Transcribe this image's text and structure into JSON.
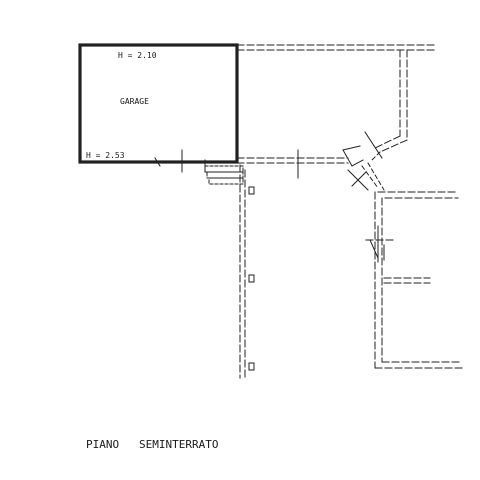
{
  "plan": {
    "room_label": "GARAGE",
    "height_upper": "H = 2.10",
    "height_lower": "H = 2.53",
    "caption": "PIANO   SEMINTERRATO"
  }
}
